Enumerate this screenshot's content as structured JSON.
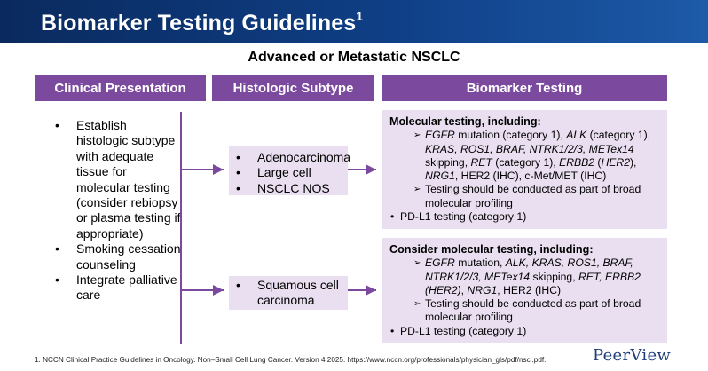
{
  "header": {
    "title": "Biomarker Testing Guidelines",
    "sup": "1"
  },
  "subtitle": "Advanced or Metastatic NSCLC",
  "columns": [
    "Clinical Presentation",
    "Histologic Subtype",
    "Biomarker Testing"
  ],
  "clinical": [
    "Establish histologic subtype with adequate tissue for molecular testing (consider rebiopsy or plasma testing if appropriate)",
    "Smoking cessation counseling",
    "Integrate palliative care"
  ],
  "subtype_nonsquamous": [
    "Adenocarcinoma",
    "Large cell",
    "NSCLC NOS"
  ],
  "subtype_squamous": [
    "Squamous cell carcinoma"
  ],
  "biomarker_nonsquamous": {
    "lead": "Molecular testing, including:",
    "tests_a": "EGFR",
    "tests_b": " mutation (category 1), ",
    "tests_c": "ALK",
    "tests_d": " (category 1), ",
    "tests_e": "KRAS, ROS1, BRAF, NTRK1/2/3, METex14",
    "tests_f": " skipping, ",
    "tests_g": "RET",
    "tests_h": " (category 1), ",
    "tests_i": "ERBB2",
    "tests_j": " (",
    "tests_k": "HER2",
    "tests_l": "),",
    "tests_m": "NRG1",
    "tests_n": ", HER2 (IHC), c-Met/MET (IHC)",
    "broad": "Testing should be conducted as part of broad molecular profiling",
    "pdl1": "PD-L1 testing (category 1)"
  },
  "biomarker_squamous": {
    "lead": "Consider molecular testing, including:",
    "tests_a": "EGFR",
    "tests_b": " mutation, ",
    "tests_c": "ALK, KRAS, ROS1, BRAF, NTRK1/2/3, METex14",
    "tests_d": " skipping, ",
    "tests_e": "RET, ERBB2",
    "tests_f": "(HER2)",
    "tests_g": ", ",
    "tests_h": "NRG1",
    "tests_i": ", HER2 (IHC)",
    "broad": "Testing should be conducted as part of broad molecular profiling",
    "pdl1": "PD-L1 testing (category 1)"
  },
  "footnote": "1. NCCN Clinical Practice Guidelines in Oncology. Non–Small Cell Lung Cancer. Version 4.2025. https://www.nccn.org/professionals/physician_gls/pdf/nscl.pdf.",
  "logo": "PeerView",
  "colors": {
    "header_dark": "#0a2a5e",
    "header_light": "#1d5aa8",
    "purple": "#7b4a9e",
    "box_fill": "#e9dff0"
  }
}
